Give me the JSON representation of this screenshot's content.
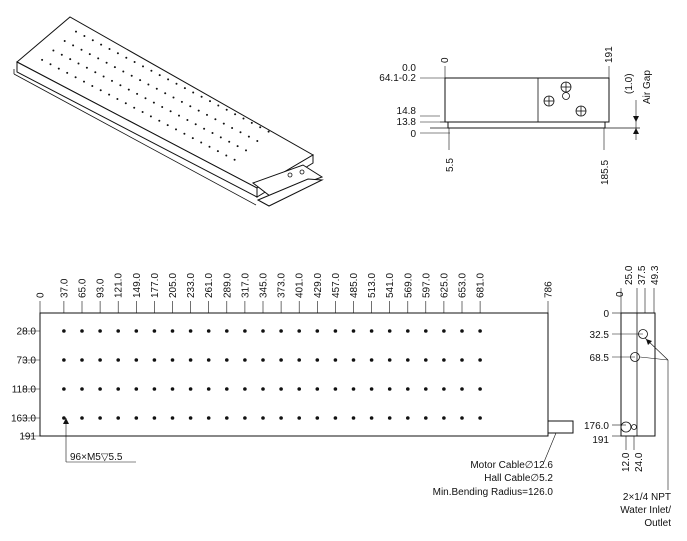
{
  "top_view": {
    "x_labels": [
      "0",
      "37.0",
      "65.0",
      "93.0",
      "121.0",
      "149.0",
      "177.0",
      "205.0",
      "233.0",
      "261.0",
      "289.0",
      "317.0",
      "345.0",
      "373.0",
      "401.0",
      "429.0",
      "457.0",
      "485.0",
      "513.0",
      "541.0",
      "569.0",
      "597.0",
      "625.0",
      "653.0",
      "681.0",
      "786"
    ],
    "hole_x": [
      37,
      65,
      93,
      121,
      149,
      177,
      205,
      233,
      261,
      289,
      317,
      345,
      373,
      401,
      429,
      457,
      485,
      513,
      541,
      569,
      597,
      625,
      653,
      681
    ],
    "y_labels": [
      "28.0",
      "73.0",
      "118.0",
      "163.0",
      "191"
    ],
    "hole_y": [
      28,
      73,
      118,
      163
    ],
    "hole_callout": "96×M5▽5.5",
    "cable_notes": [
      "Motor Cable∅12.6",
      "Hall Cable∅5.2",
      "Min.Bending Radius=126.0"
    ]
  },
  "front_view": {
    "left_labels": [
      "0.0",
      "64.1-0.2",
      "14.8",
      "13.8",
      "0"
    ],
    "top_labels": [
      "0",
      "191"
    ],
    "bottom_labels": [
      "5.5",
      "185.5"
    ],
    "air_gap_value": "(1.0)",
    "air_gap_label": "Air Gap"
  },
  "side_view": {
    "top_labels": [
      "0",
      "25.0",
      "37.5",
      "49.3"
    ],
    "left_labels": [
      "0",
      "32.5",
      "68.5",
      "176.0",
      "191"
    ],
    "bottom_labels": [
      "12.0",
      "24.0"
    ],
    "water_note": [
      "2×1/4 NPT",
      "Water Inlet/",
      "Outlet"
    ]
  }
}
